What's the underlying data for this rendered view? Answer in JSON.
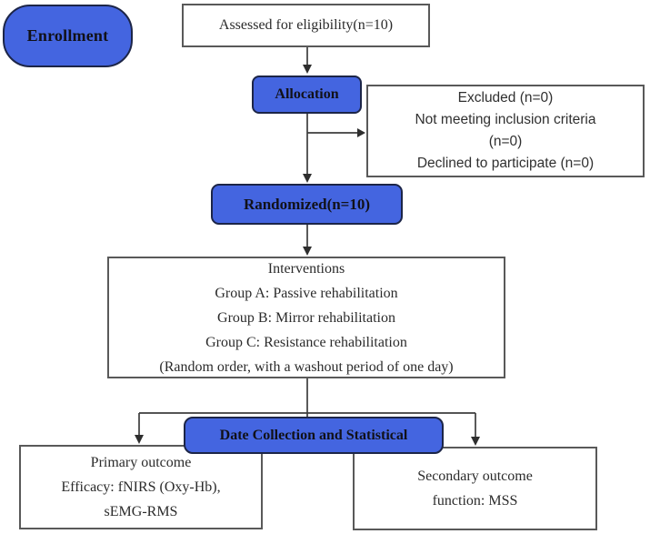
{
  "diagram": {
    "type": "consort-flowchart",
    "colors": {
      "node_fill_blue": "#4465e0",
      "node_border_blue": "#1c2547",
      "white_box_border": "#595959",
      "connector_line": "#3d3d3d",
      "text": "#2b2b2b"
    },
    "flowchart": {
      "enrollment_label": "Enrollment",
      "assessed_label": "Assessed for eligibility(n=10)",
      "allocation_label": "Allocation",
      "excluded_lines": {
        "0": "Excluded (n=0)",
        "1": "Not meeting inclusion criteria",
        "2": "(n=0)",
        "3": "Declined to participate (n=0)"
      },
      "randomized_label": "Randomized(n=10)",
      "interventions_lines": {
        "0": "Interventions",
        "1": "Group A: Passive rehabilitation",
        "2": "Group B: Mirror rehabilitation",
        "3": "Group C: Resistance rehabilitation",
        "4": "(Random order, with a washout period of one day)"
      },
      "data_collection_label": "Date Collection and Statistical",
      "primary_outcome_lines": {
        "0": "Primary outcome",
        "1": "Efficacy: fNIRS (Oxy-Hb),",
        "2": "sEMG-RMS"
      },
      "secondary_outcome_lines": {
        "0": "Secondary outcome",
        "1": "function: MSS"
      }
    }
  }
}
